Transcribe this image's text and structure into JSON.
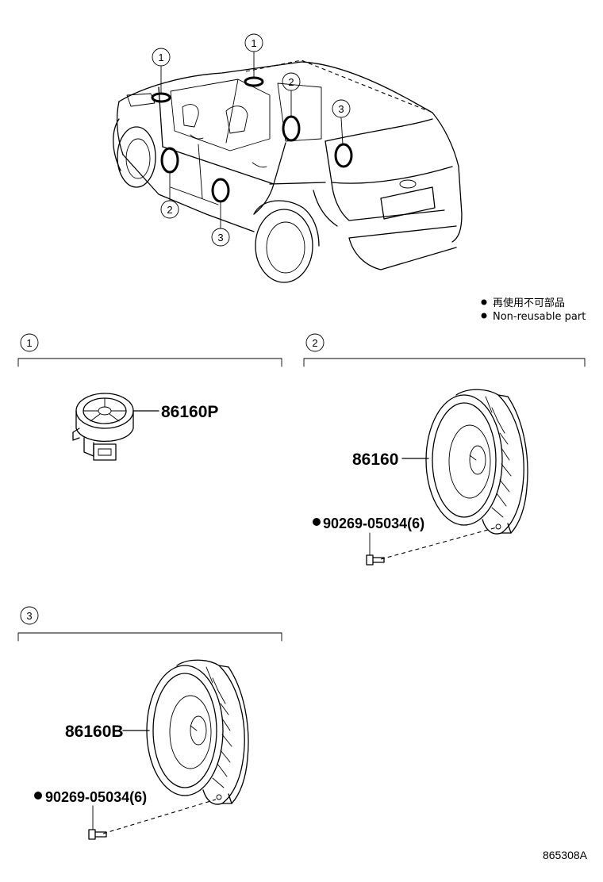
{
  "callouts": {
    "c1": "1",
    "c2": "2",
    "c3": "3"
  },
  "legend": {
    "non_reusable_jp": "再使用不可部品",
    "non_reusable_en": "Non-reusable part"
  },
  "sections": [
    {
      "number": "1",
      "parts": [
        "86160P"
      ]
    },
    {
      "number": "2",
      "parts": [
        "86160",
        "90269-05034(6)"
      ]
    },
    {
      "number": "3",
      "parts": [
        "86160B",
        "90269-05034(6)"
      ]
    }
  ],
  "figure_ref": "865308A"
}
